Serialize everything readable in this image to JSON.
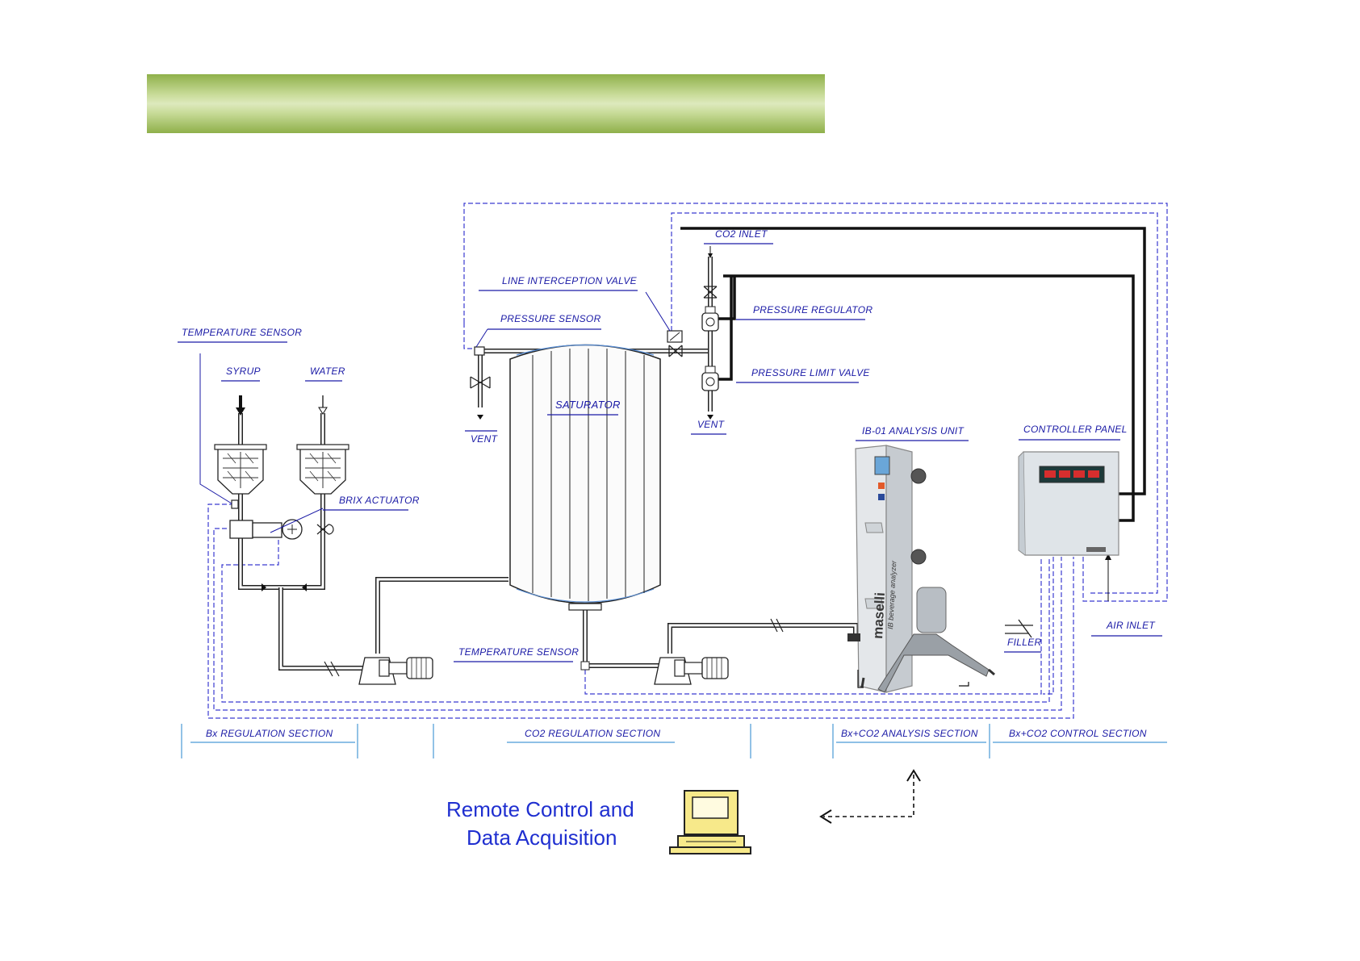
{
  "labels": {
    "temperature_sensor_top": "TEMPERATURE SENSOR",
    "syrup": "SYRUP",
    "water": "WATER",
    "line_interception_valve": "LINE INTERCEPTION VALVE",
    "pressure_sensor": "PRESSURE SENSOR",
    "co2_inlet": "CO2 INLET",
    "pressure_regulator": "PRESSURE REGULATOR",
    "pressure_limit_valve": "PRESSURE LIMIT VALVE",
    "vent_left": "VENT",
    "vent_right": "VENT",
    "saturator": "SATURATOR",
    "brix_actuator": "BRIX ACTUATOR",
    "analysis_unit": "IB-01 ANALYSIS UNIT",
    "controller_panel": "CONTROLLER PANEL",
    "air_inlet": "AIR INLET",
    "filler": "FILLER",
    "temperature_sensor_bottom": "TEMPERATURE SENSOR"
  },
  "sections": {
    "bx_regulation": "Bx REGULATION SECTION",
    "co2_regulation": "CO2 REGULATION SECTION",
    "bx_co2_analysis": "Bx+CO2 ANALYSIS SECTION",
    "bx_co2_control": "Bx+CO2 CONTROL SECTION"
  },
  "remote": {
    "line1": "Remote Control and",
    "line2": "Data Acquisition"
  },
  "analyzer_brand": "maselli",
  "analyzer_sub": "IB beverage analyzer",
  "colors": {
    "title_band": "#a9c46a",
    "label_blue": "#1a1aa6",
    "control_line": "#3b3bd0",
    "remote_text": "#1f2fd0"
  }
}
